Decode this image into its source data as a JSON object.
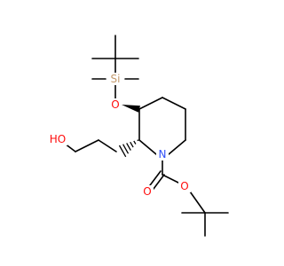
{
  "molecule": {
    "atoms": {
      "silicon": "Si",
      "silyl_oxygen": "O",
      "hydroxyl": "HO",
      "ring_nitrogen": "N",
      "ester_oxygen": "O",
      "carbonyl_oxygen": "O"
    }
  },
  "colors": {
    "bond": "#000000",
    "carbon": "#000000",
    "oxygen": "#ff0d0d",
    "nitrogen": "#3050f8",
    "silicon": "#c49a6c"
  }
}
